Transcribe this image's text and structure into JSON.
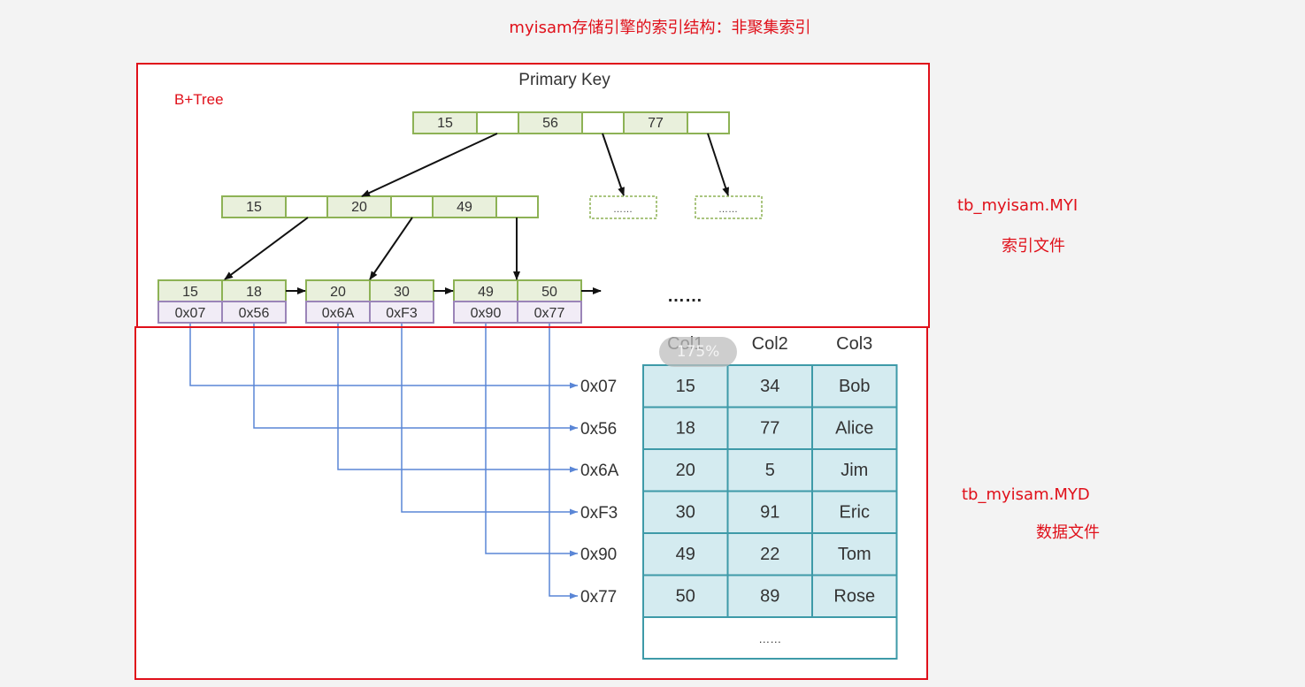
{
  "title": "myisam存储引擎的索引结构：非聚集索引",
  "btree_label": "B+Tree",
  "primary_key_label": "Primary Key",
  "myi_file": "tb_myisam.MYI",
  "myi_desc": "索引文件",
  "myd_file": "tb_myisam.MYD",
  "myd_desc": "数据文件",
  "zoom_text": "175%",
  "colors": {
    "accent_red": "#e0101a",
    "node_green": "#8db255",
    "node_fill": "#e9f0dc",
    "addr_purple": "#9b85b8",
    "addr_fill": "#f1ecf6",
    "table_teal": "#3e9aa8",
    "table_fill": "#d4ebf0",
    "pointer_blue": "#5a86d6"
  },
  "tree": {
    "root_keys": [
      "15",
      "56",
      "77"
    ],
    "level2_keys": [
      "15",
      "20",
      "49"
    ],
    "placeholder": "……",
    "leaf_keys": [
      "15",
      "18",
      "20",
      "30",
      "49",
      "50"
    ],
    "leaf_addresses": [
      "0x07",
      "0x56",
      "0x6A",
      "0xF3",
      "0x90",
      "0x77"
    ],
    "more": "……"
  },
  "data_table": {
    "columns": [
      "Col1",
      "Col2",
      "Col3"
    ],
    "rows": [
      {
        "addr": "0x07",
        "col1": "15",
        "col2": "34",
        "col3": "Bob"
      },
      {
        "addr": "0x56",
        "col1": "18",
        "col2": "77",
        "col3": "Alice"
      },
      {
        "addr": "0x6A",
        "col1": "20",
        "col2": "5",
        "col3": "Jim"
      },
      {
        "addr": "0xF3",
        "col1": "30",
        "col2": "91",
        "col3": "Eric"
      },
      {
        "addr": "0x90",
        "col1": "49",
        "col2": "22",
        "col3": "Tom"
      },
      {
        "addr": "0x77",
        "col1": "50",
        "col2": "89",
        "col3": "Rose"
      }
    ],
    "more": "……"
  }
}
